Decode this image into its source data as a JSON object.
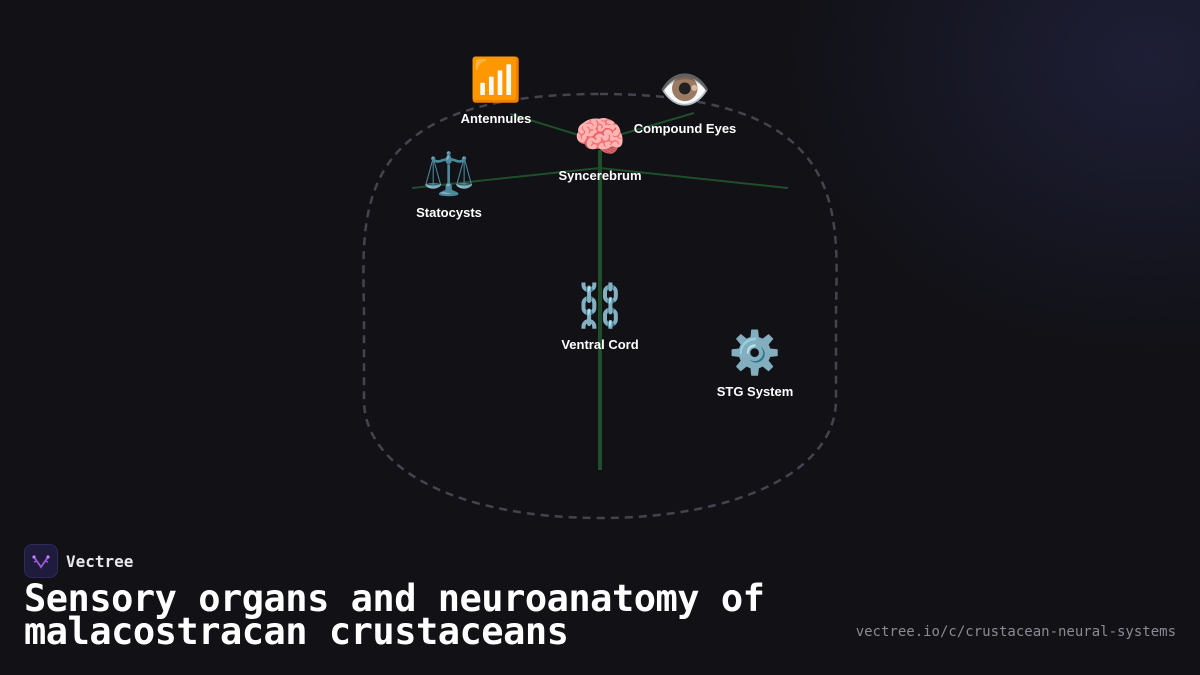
{
  "diagram": {
    "nodes": {
      "antennules": {
        "icon": "📶",
        "icon_name": "signal-bars-icon",
        "label": "Antennules"
      },
      "compound_eyes": {
        "icon": "👁️",
        "icon_name": "eye-icon",
        "label": "Compound Eyes"
      },
      "syncerebrum": {
        "icon": "🧠",
        "icon_name": "brain-icon",
        "label": "Syncerebrum"
      },
      "statocysts": {
        "icon": "⚖️",
        "icon_name": "balance-scale-icon",
        "label": "Statocysts"
      },
      "ventral_cord": {
        "icon": "⛓️",
        "icon_name": "chain-icon",
        "label": "Ventral Cord"
      },
      "stg_system": {
        "icon": "⚙️",
        "icon_name": "gear-icon",
        "label": "STG System"
      }
    },
    "colors": {
      "nerve": "#1f4f2a",
      "outline": "#444450"
    }
  },
  "brand": {
    "name": "Vectree",
    "accent": "#9b59d0"
  },
  "title": "Sensory organs and neuroanatomy of malacostracan crustaceans",
  "url": "vectree.io/c/crustacean-neural-systems"
}
